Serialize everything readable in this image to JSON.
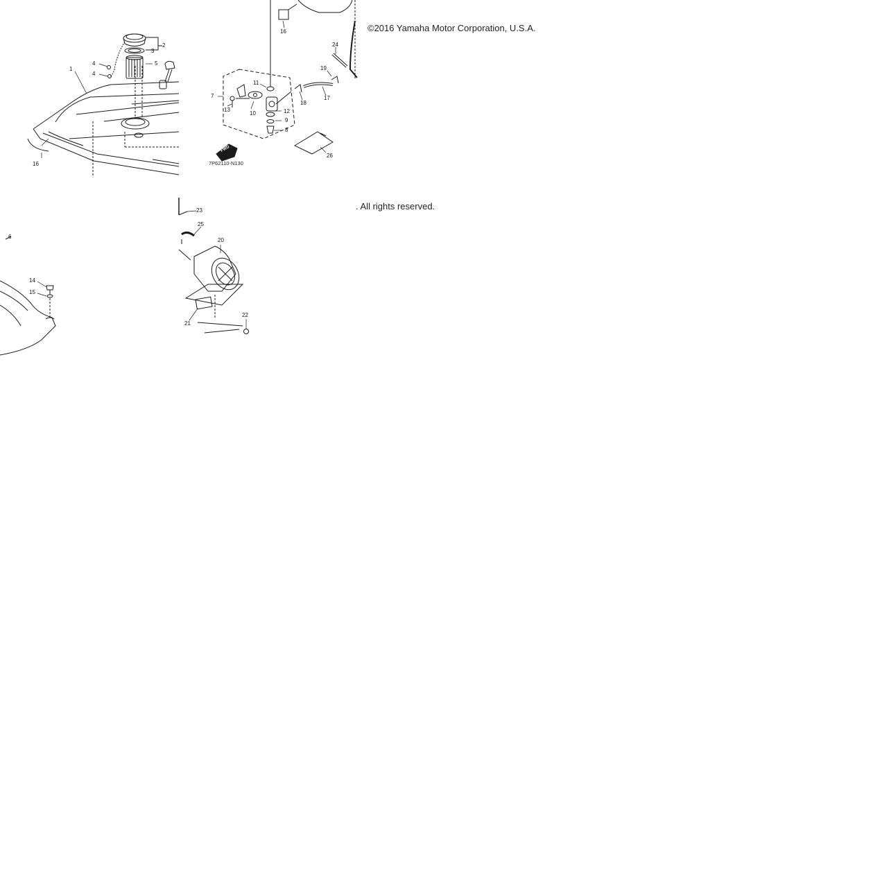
{
  "header": {
    "copyright": "©2016 Yamaha Motor Corporation, U.S.A.",
    "rights": ". All rights reserved."
  },
  "diagram": {
    "part_code": "7P62110-N130",
    "fwd_mark": "FWD",
    "callouts": [
      "1",
      "2",
      "3",
      "4",
      "4",
      "5",
      "6",
      "7",
      "8",
      "9",
      "10",
      "11",
      "12",
      "13",
      "14",
      "15",
      "16",
      "16",
      "17",
      "18",
      "19",
      "20",
      "21",
      "22",
      "23",
      "24",
      "25",
      "26"
    ]
  },
  "colors": {
    "line": "#1a1a1a",
    "background": "#ffffff"
  }
}
